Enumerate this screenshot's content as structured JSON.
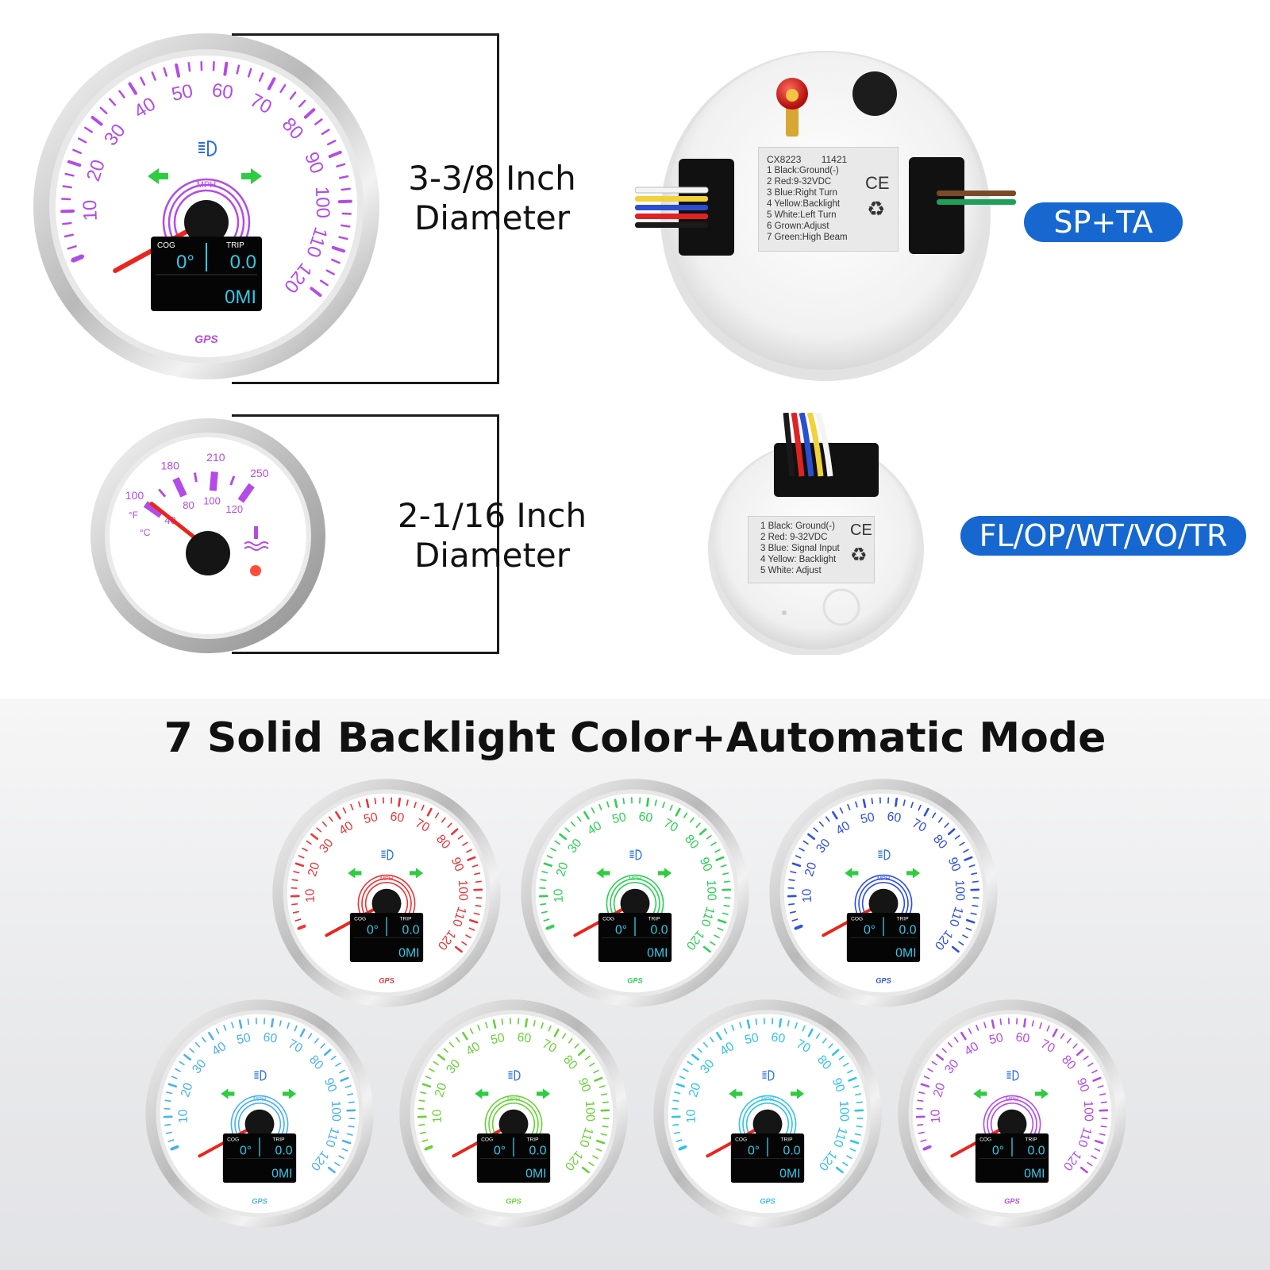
{
  "top": {
    "speedo_gauge": {
      "accent": "#b34ce6",
      "scale_labels": [
        "10",
        "20",
        "30",
        "40",
        "50",
        "60",
        "70",
        "80",
        "90",
        "100",
        "110",
        "120"
      ],
      "unit": "MPH",
      "lcd": {
        "cog_label": "COG",
        "cog_value": "0°",
        "trip_label": "TRIP",
        "trip_value": "0.0",
        "odo_value": "0MI"
      },
      "brand": "GPS"
    },
    "large_dimension": {
      "line1": "3-3/8 Inch",
      "line2": "Diameter"
    },
    "small_dimension": {
      "line1": "2-1/16 Inch",
      "line2": "Diameter"
    },
    "temp_gauge": {
      "accent": "#b34ce6",
      "f_labels": [
        "100",
        "180",
        "210",
        "250"
      ],
      "c_labels": [
        "40",
        "80",
        "100",
        "120"
      ],
      "unit_f": "°F",
      "unit_c": "°C"
    },
    "large_back_label": {
      "model": "CX8223",
      "code": "11421",
      "lines": [
        "1 Black:Ground(-)",
        "2 Red:9-32VDC",
        "3 Blue:Right Turn",
        "4 Yellow:Backlight",
        "5 White:Left Turn",
        "6 Grown:Adjust",
        "7 Green:High Beam"
      ],
      "ce_mark": "CE",
      "recycle_mark": "♻"
    },
    "small_back_label": {
      "lines": [
        "1 Black: Ground(-)",
        "2 Red: 9-32VDC",
        "3 Blue: Signal Input",
        "4 Yellow: Backlight",
        "5 White: Adjust"
      ],
      "ce_mark": "CE",
      "recycle_mark": "♻"
    },
    "badge_sp_ta": "SP+TA",
    "badge_fl_op": "FL/OP/WT/VO/TR"
  },
  "backlight_heading": "7 Solid Backlight Color+Automatic Mode",
  "backlight_variants": [
    {
      "accent": "#e8363a"
    },
    {
      "accent": "#2fcf56"
    },
    {
      "accent": "#2f4fe0"
    },
    {
      "accent": "#49b1ef"
    },
    {
      "accent": "#6ad13a"
    },
    {
      "accent": "#33c3e6"
    },
    {
      "accent": "#b34ce6"
    }
  ],
  "colors": {
    "badge_blue": "#1668d0",
    "needle_red": "#e8261d",
    "turn_green": "#2ecc40",
    "beam_blue": "#2b6fe0",
    "lcd_cyan": "#36c8e8"
  }
}
